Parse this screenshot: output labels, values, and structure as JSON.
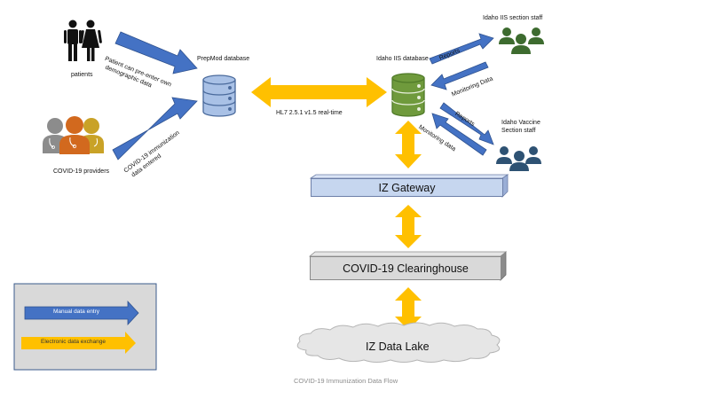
{
  "diagram": {
    "caption": "COVID-19 Immunization Data Flow",
    "nodes": {
      "patients": "patients",
      "providers": "COVID-19 providers",
      "prepmod": "PrepMod database",
      "idaho_iis": "Idaho IIS database",
      "iis_staff": "Idaho IIS section staff",
      "vaccine_staff_line1": "Idaho Vaccine",
      "vaccine_staff_line2": "Section staff",
      "iz_gateway": "IZ Gateway",
      "clearinghouse": "COVID-19 Clearinghouse",
      "data_lake": "IZ Data Lake"
    },
    "edges": {
      "patient_arrow_line1": "Patient can pre-enter own",
      "patient_arrow_line2": "demographic data",
      "provider_arrow_line1": "COVID-19 immunization",
      "provider_arrow_line2": "data entered",
      "hl7": "HL7 2.5.1 v1.5 real-time",
      "reports_top": "Reports",
      "monitoring_top": "Monitoring Data",
      "reports_bottom": "Reports",
      "monitoring_bottom": "Monitoring data"
    },
    "legend": {
      "manual": "Manual data entry",
      "electronic": "Electronic data exchange"
    }
  },
  "colors": {
    "manual_arrow": "#4472c4",
    "electronic_arrow": "#ffc000",
    "prepmod_db": "#a9c1e6",
    "iis_db": "#6f9a3c",
    "iis_staff": "#3d6b2f",
    "vaccine_staff": "#2e5273",
    "legend_bg": "#d9d9d9",
    "legend_border": "#3b5b8c"
  },
  "icons": {
    "patients": "people-icon",
    "providers": "doctors-icon",
    "prepmod": "database-icon",
    "idaho_iis": "database-icon",
    "iis_staff": "group-icon",
    "vaccine_staff": "group-icon"
  }
}
